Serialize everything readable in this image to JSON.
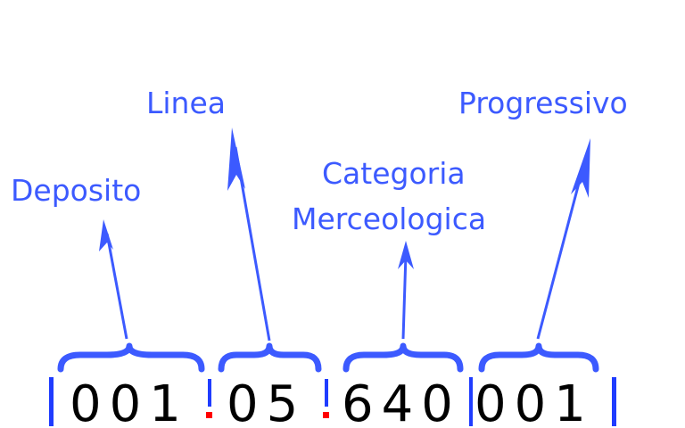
{
  "labels": {
    "deposito": "Deposito",
    "linea": "Linea",
    "categoria_line1": "Categoria",
    "categoria_line2": "Merceologica",
    "progressivo": "Progressivo"
  },
  "code": {
    "deposito": "001",
    "linea": "05",
    "categoria": "640",
    "progressivo": "001"
  },
  "colors": {
    "accent": "#3c5aff",
    "separator": "#1f3cff",
    "dot": "#ff0000",
    "digits": "#000000"
  }
}
